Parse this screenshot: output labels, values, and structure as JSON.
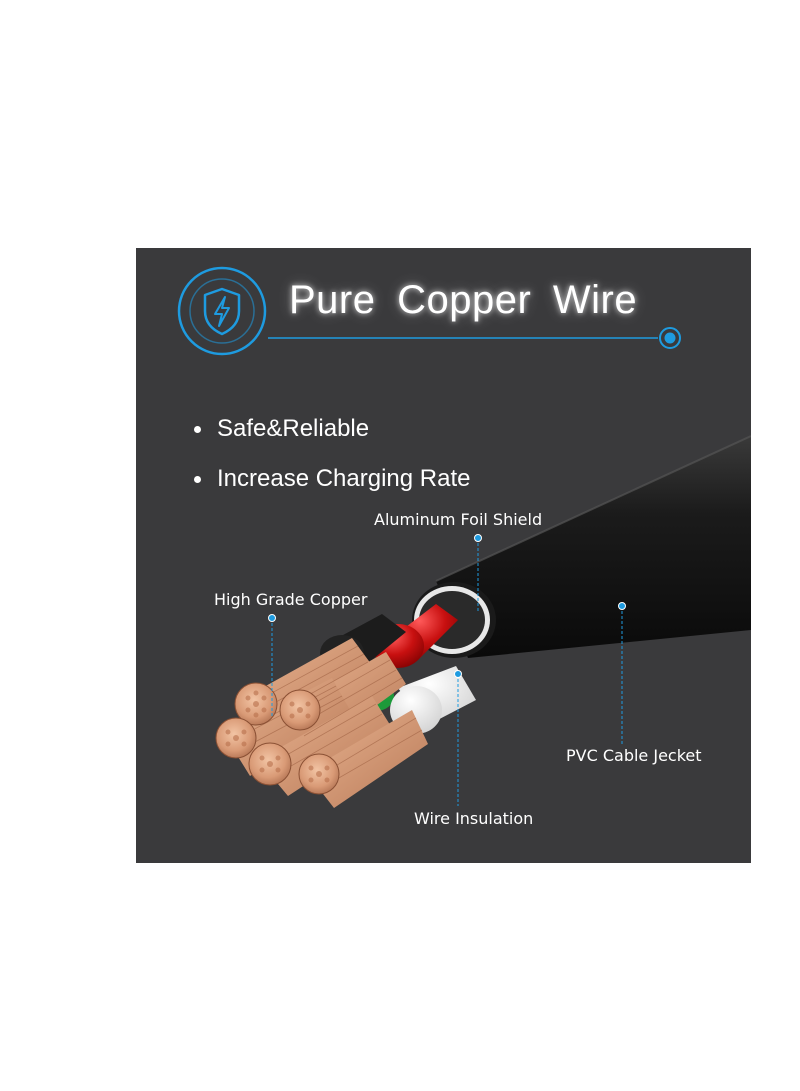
{
  "title": "Pure Copper Wire",
  "features": [
    "Safe&Reliable",
    "Increase Charging Rate"
  ],
  "callouts": {
    "foil": "Aluminum Foil Shield",
    "copper": "High Grade Copper",
    "jacket": "PVC Cable Jecket",
    "insulation": "Wire Insulation"
  },
  "icons": {
    "header": "shield-lightning-icon"
  },
  "colors": {
    "panel": "#3a3a3c",
    "accent": "#1e9be0",
    "copper": "#d79b7a",
    "red_wire": "#c81010",
    "white_wire": "#efefef",
    "jacket": "#141414"
  }
}
